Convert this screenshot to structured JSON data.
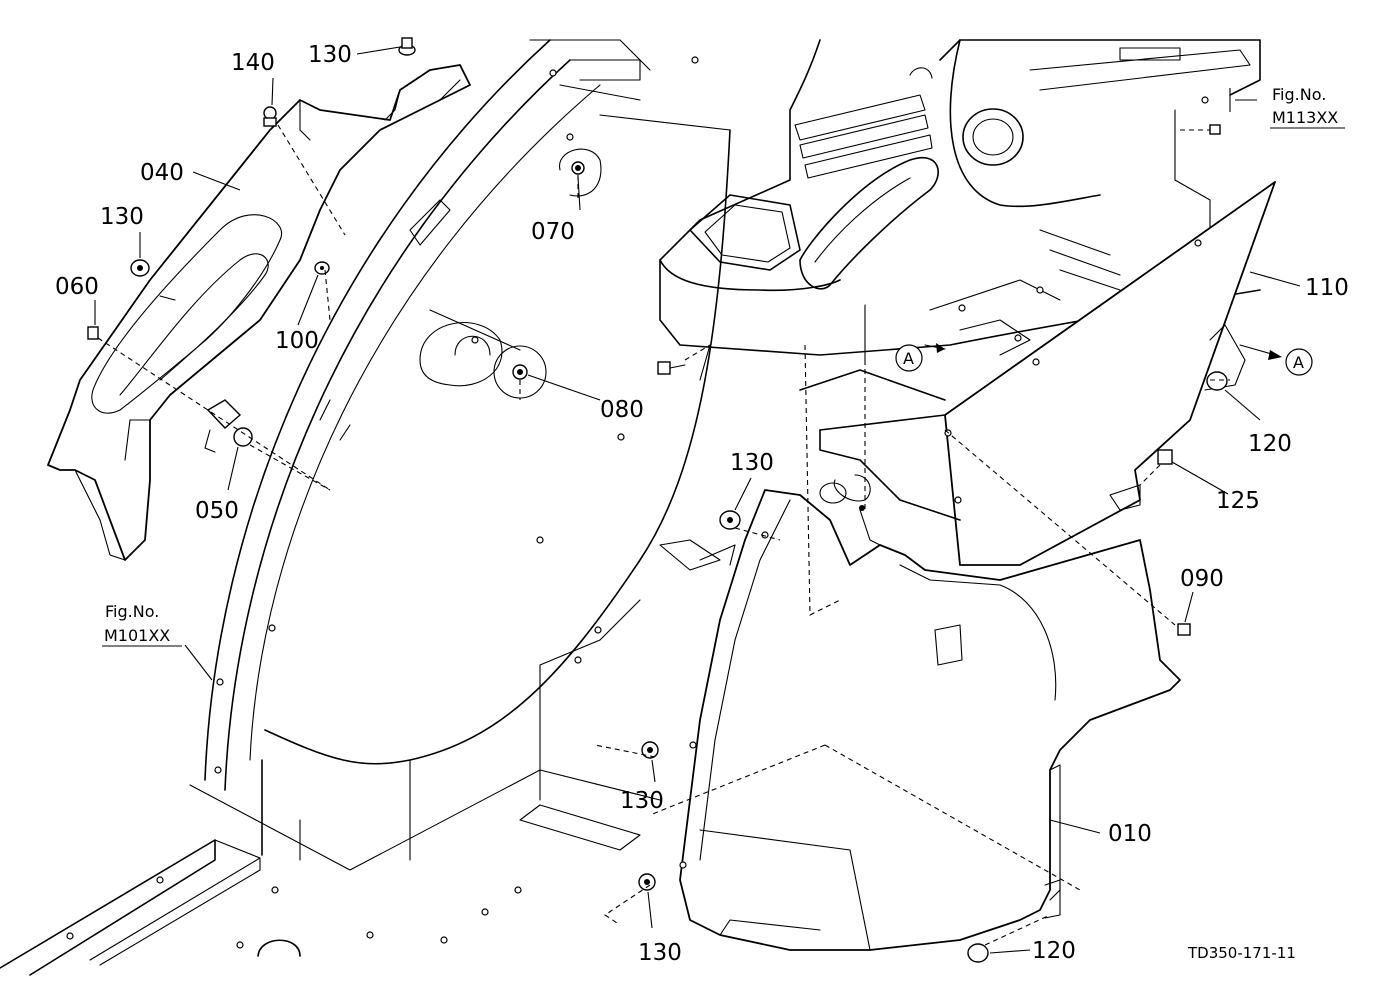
{
  "callouts": [
    {
      "id": "c140a",
      "text": "140"
    },
    {
      "id": "c130a",
      "text": "130"
    },
    {
      "id": "c040",
      "text": "040"
    },
    {
      "id": "c130b",
      "text": "130"
    },
    {
      "id": "c060",
      "text": "060"
    },
    {
      "id": "c100",
      "text": "100"
    },
    {
      "id": "c070",
      "text": "070"
    },
    {
      "id": "c080",
      "text": "080"
    },
    {
      "id": "c050",
      "text": "050"
    },
    {
      "id": "c110",
      "text": "110"
    },
    {
      "id": "c120a",
      "text": "120"
    },
    {
      "id": "c125",
      "text": "125"
    },
    {
      "id": "c130c",
      "text": "130"
    },
    {
      "id": "c090",
      "text": "090"
    },
    {
      "id": "c130d",
      "text": "130"
    },
    {
      "id": "c010",
      "text": "010"
    },
    {
      "id": "c130e",
      "text": "130"
    },
    {
      "id": "c120b",
      "text": "120"
    }
  ],
  "figure_refs": [
    {
      "id": "ref-m113",
      "label": "Fig.No.",
      "code": "M113XX"
    },
    {
      "id": "ref-m101",
      "label": "Fig.No.",
      "code": "M101XX"
    }
  ],
  "view_markers": [
    {
      "id": "a-left",
      "text": "A"
    },
    {
      "id": "a-right",
      "text": "A"
    }
  ],
  "drawing_code": "TD350-171-11"
}
